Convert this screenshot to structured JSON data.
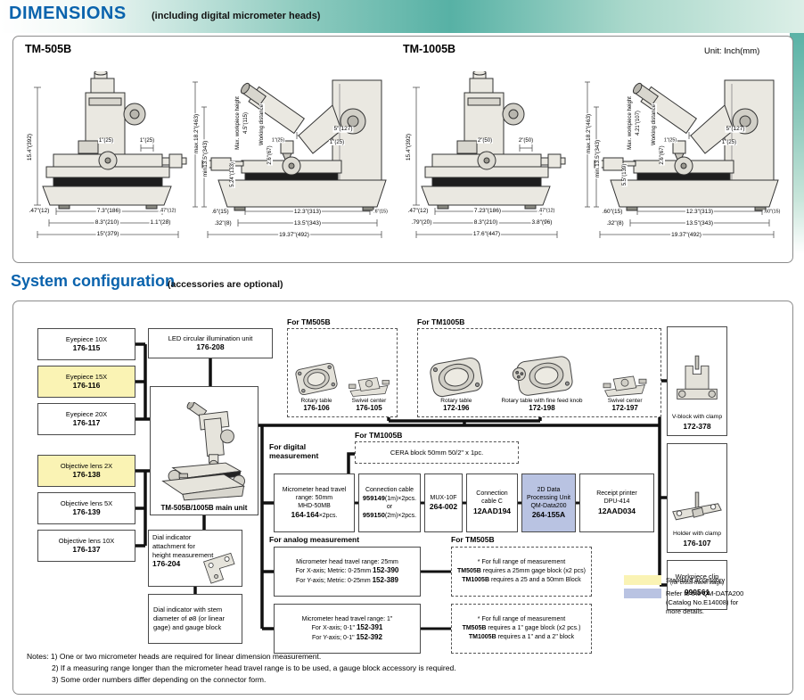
{
  "header": {
    "title": "DIMENSIONS",
    "subtitle": "(including digital micrometer heads)",
    "unit": "Unit: Inch(mm)"
  },
  "dims": {
    "tm505b": {
      "title": "TM-505B",
      "front": {
        "h": "15.4\"(392)",
        "tl": "1\"(25)",
        "tr": "1\"(25)",
        "bl": ".47\"(12)",
        "w1": "7.3\"(186)",
        "br": ".47\"(12)",
        "w2": "8.3\"(210)",
        "off": "1.1\"(28)",
        "total": "15\"(379)"
      },
      "side": {
        "max": "max.18.2\"(463)",
        "min": "min13.5\"(343)",
        "wph1": "Max. workpiece height",
        "wph2": "4.5\"(115)",
        "wd1": "Working distance",
        "wd2": "2.6\"(67)",
        "throat": "5\"(127)",
        "s1": "1\"(25)",
        "s2": "1\"(25)",
        "col": "5.24\"(133)",
        "bl": ".6\"(15)",
        "w1": "12.3\"(313)",
        "br": ".6\"(15)",
        "b2l": ".32\"(8)",
        "w2": "13.5\"(343)",
        "total": "19.37\"(492)"
      }
    },
    "tm1005b": {
      "title": "TM-1005B",
      "front": {
        "h": "15.4\"(392)",
        "tl": "2\"(50)",
        "tr": "2\"(50)",
        "bl": ".47\"(12)",
        "w1": "7.23\"(186)",
        "br": ".47\"(12)",
        "bl2": ".79\"(20)",
        "w2": "8.3\"(210)",
        "off": "3.8\"(96)",
        "total": "17.6\"(447)"
      },
      "side": {
        "max": "max.18.2\"(463)",
        "min": "min.13.5\"(343)",
        "wph1": "Max. workpiece height",
        "wph2": "4.21\"(107)",
        "wd1": "Working distance",
        "wd2": "2.6\"(67)",
        "throat": "5\"(127)",
        "s1": "1\"(25)",
        "s2": "1\"(25)",
        "col": "5.5\"(139)",
        "bl": ".60\"(15)",
        "w1": "12.3\"(313)",
        "br": ".60\"(15)",
        "b2l": ".32\"(8)",
        "w2": "13.5\"(343)",
        "total": "19.37\"(492)"
      }
    }
  },
  "sysconfig": {
    "title": "System configuration",
    "subtitle": "(accessories are optional)",
    "left": [
      {
        "label": "Eyepiece 10X",
        "code": "176-115"
      },
      {
        "label": "Eyepiece 15X",
        "code": "176-116"
      },
      {
        "label": "Eyepiece 20X",
        "code": "176-117"
      },
      {
        "label": "Objective lens 2X",
        "code": "176-138"
      },
      {
        "label": "Objective lens 5X",
        "code": "176-139"
      },
      {
        "label": "Objective lens 10X",
        "code": "176-137"
      }
    ],
    "led": {
      "label": "LED circular illumination unit",
      "code": "176-208"
    },
    "main_unit": {
      "label": "TM-505B/1005B main unit"
    },
    "dial_attach": {
      "label": "Dial indicator attachment for height measurement",
      "code": "176-204"
    },
    "dial_indicator": {
      "label": "Dial indicator with stem diameter of ø8 (or linear gage) and gauge block"
    },
    "tm505b_group": {
      "title": "For TM505B",
      "items": [
        {
          "label": "Rotary table",
          "code": "176-106"
        },
        {
          "label": "Swivel center",
          "code": "176-105"
        }
      ]
    },
    "tm1005b_group": {
      "title": "For TM1005B",
      "items": [
        {
          "label": "Rotary table",
          "code": "172-196"
        },
        {
          "label": "Rotary table with fine feed knob",
          "code": "172-198"
        },
        {
          "label": "Swivel center",
          "code": "172-197"
        }
      ]
    },
    "digital": {
      "title1": "For digital",
      "title2": "measurement",
      "cera_title": "For TM1005B",
      "cera_text": "CERA block 50mm 50/2\" x 1pc.",
      "b1": {
        "l1": "Micrometer head travel range: 50mm",
        "l2": "MHD-50MB",
        "code": "164-164",
        "suffix": "×2pcs."
      },
      "b2": {
        "l1": "Connection cable",
        "c1": "959149",
        "s1": "(1m)×2pcs.",
        "or": "or",
        "c2": "959150",
        "s2": "(2m)×2pcs."
      },
      "b3": {
        "l1": "MUX-10F",
        "code": "264-002"
      },
      "b4": {
        "l1": "Connection cable C",
        "code": "12AAD194"
      },
      "b5": {
        "l1": "2D Data Processing Unit",
        "l2": "QM-Data200",
        "code": "264-155A"
      },
      "b6": {
        "l1": "Receipt printer",
        "l2": "DPU-414",
        "code": "12AAD034"
      }
    },
    "analog": {
      "title": "For analog measurement",
      "note_title": "For TM505B",
      "b1": {
        "l1": "Micrometer head travel range: 25mm",
        "r1": "For X-axis; Metric: 0-25mm ",
        "c1": "152-390",
        "r2": "For Y-axis; Metric: 0-25mm ",
        "c2": "152-389"
      },
      "b2": {
        "l1": "Micrometer head travel range: 1\"",
        "r1": "For X-axis;  0-1\" ",
        "c1": "152-391",
        "r2": "For Y-axis;  0-1\" ",
        "c2": "152-392"
      },
      "n1": {
        "l1": "* For full range of measurement",
        "m1": "TM505B",
        "t1": " requires a 25mm gage block (x2 pcs)",
        "m2": "TM1005B",
        "t2": " requires a 25 and a 50mm Block"
      },
      "n2": {
        "l1": "* For full range of measurement",
        "m1": "TM505B",
        "t1": " requires a 1\" gage block (x2 pcs.)",
        "m2": "TM1005B",
        "t2": " requires a 1\" and a 2\" block"
      }
    },
    "right": [
      {
        "label": "V-block with clamp",
        "code": "172-378"
      },
      {
        "label": "Holder with clamp",
        "code": "176-107"
      },
      {
        "label": "Workpiece clip",
        "sub": "(for cross-travel stage)",
        "code": "990561"
      }
    ],
    "legend": {
      "std": "Standard accessory",
      "qm1": "Refer to the QM-DATA200",
      "qm2": "(Catalog No.E14008) for",
      "qm3": "more details."
    },
    "notes": {
      "l1": "Notes: 1) One or two micrometer heads are required for linear dimension measurement.",
      "l2": "2) If a measuring range longer than the micrometer head travel range is to be used, a gauge block accessory is required.",
      "l3": "3) Some order numbers differ depending on the connector form."
    }
  },
  "colors": {
    "accent_blue": "#0a63ad",
    "teal": "#57b1a5",
    "highlight_yellow": "#faf3b4",
    "highlight_blue": "#b9c3e2"
  }
}
